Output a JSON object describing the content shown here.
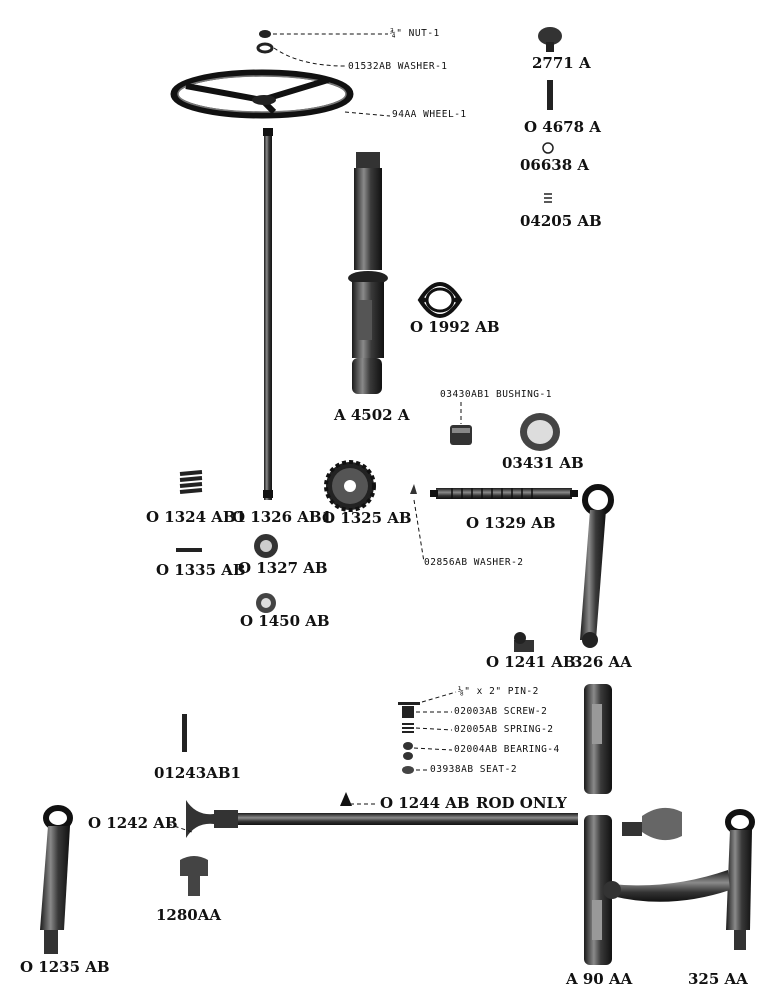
{
  "callouts": {
    "nut": "¾\" NUT-1",
    "washer": "01532AB WASHER-1",
    "wheel": "94AA WHEEL-1",
    "bushing": "03430AB1 BUSHING-1",
    "washer2": "02856AB WASHER-2",
    "pin": "⅛\" x 2\" PIN-2",
    "screw": "02003AB SCREW-2",
    "spring": "02005AB SPRING-2",
    "bearing": "02004AB BEARING-4",
    "seat": "03938AB SEAT-2"
  },
  "parts": {
    "p2771a": "2771 A",
    "p04678a": "O 4678 A",
    "p06638a": "06638 A",
    "p04205ab": "04205 AB",
    "p01992ab": "O 1992 AB",
    "pa4502a": "A 4502 A",
    "p03431ab": "03431 AB",
    "p01324ab1": "O 1324 AB1",
    "p01326ab1": "O 1326 AB1",
    "p01325ab": "O 1325 AB",
    "p01329ab": "O 1329 AB",
    "p01335ab": "O 1335 AB",
    "p01327ab": "O 1327 AB",
    "p01450ab": "O 1450 AB",
    "p01241ab": "O 1241 AB",
    "p326aa": "326 AA",
    "p01243ab1": "01243AB1",
    "p01244ab": "O 1244 AB",
    "rodonly": "ROD ONLY",
    "p01242ab": "O 1242 AB",
    "p1280aa": "1280AA",
    "p01235ab": "O 1235 AB",
    "pa90aa": "A 90 AA",
    "p325aa": "325 AA"
  },
  "colors": {
    "ink": "#111111",
    "shade": "#555555",
    "paper": "#ffffff"
  }
}
